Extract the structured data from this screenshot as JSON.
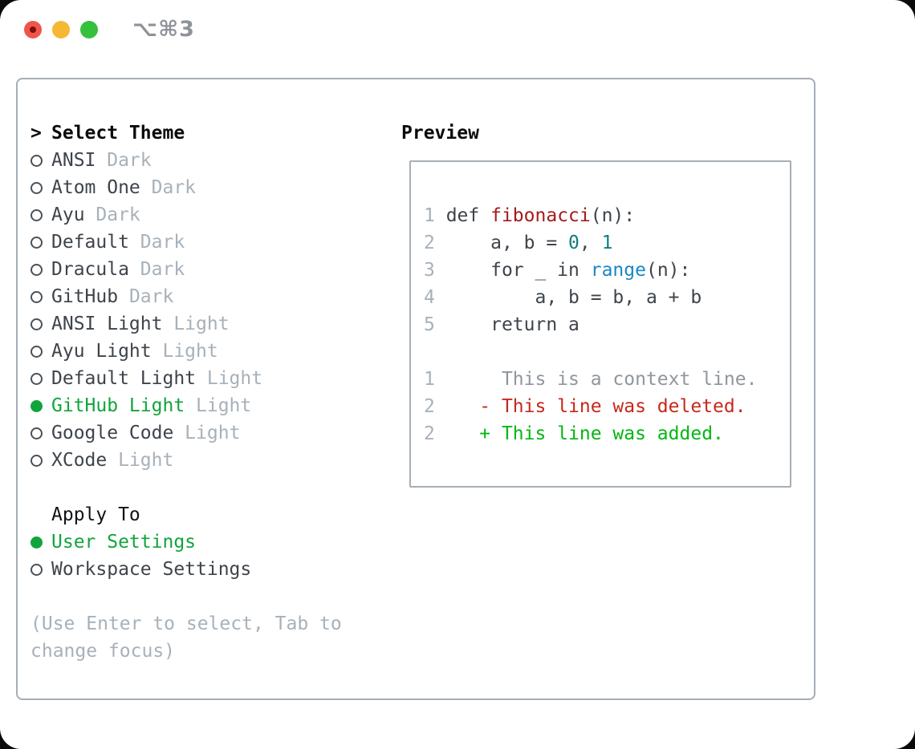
{
  "window": {
    "title": "⌥⌘3"
  },
  "colors": {
    "accent_green": "#12a43c",
    "diff_added_green": "#01b711",
    "diff_deleted_red": "#c5291c",
    "syntax_function_red": "#a51b1b",
    "syntax_literal_teal": "#0e7e7d",
    "syntax_builtin_blue": "#1b87c5",
    "muted_gray": "#a7b1ba",
    "text_dark": "#3e444b",
    "border_gray": "#a6aeb6",
    "traffic_red": "#f0554b",
    "traffic_yellow": "#f5b833",
    "traffic_green": "#35c03e"
  },
  "theme_panel": {
    "prompt": ">",
    "title": "Select Theme",
    "items": [
      {
        "name": "ANSI",
        "variant": "Dark",
        "selected": false
      },
      {
        "name": "Atom One",
        "variant": "Dark",
        "selected": false
      },
      {
        "name": "Ayu",
        "variant": "Dark",
        "selected": false
      },
      {
        "name": "Default",
        "variant": "Dark",
        "selected": false
      },
      {
        "name": "Dracula",
        "variant": "Dark",
        "selected": false
      },
      {
        "name": "GitHub",
        "variant": "Dark",
        "selected": false
      },
      {
        "name": "ANSI Light",
        "variant": "Light",
        "selected": false
      },
      {
        "name": "Ayu Light",
        "variant": "Light",
        "selected": false
      },
      {
        "name": "Default Light",
        "variant": "Light",
        "selected": false
      },
      {
        "name": "GitHub Light",
        "variant": "Light",
        "selected": true
      },
      {
        "name": "Google Code",
        "variant": "Light",
        "selected": false
      },
      {
        "name": "XCode",
        "variant": "Light",
        "selected": false
      }
    ],
    "apply_to": {
      "title": "Apply To",
      "options": [
        {
          "name": "User Settings",
          "selected": true
        },
        {
          "name": "Workspace Settings",
          "selected": false
        }
      ]
    },
    "hint": "(Use Enter to select, Tab to change focus)"
  },
  "preview": {
    "title": "Preview",
    "lines": [
      [
        {
          "t": "1",
          "c": "ln"
        },
        {
          "t": " def ",
          "c": "code"
        },
        {
          "t": "fibonacci",
          "c": "fn"
        },
        {
          "t": "(n):",
          "c": "code"
        }
      ],
      [
        {
          "t": "2",
          "c": "ln"
        },
        {
          "t": "     a, b = ",
          "c": "code"
        },
        {
          "t": "0",
          "c": "lit"
        },
        {
          "t": ", ",
          "c": "code"
        },
        {
          "t": "1",
          "c": "lit"
        }
      ],
      [
        {
          "t": "3",
          "c": "ln"
        },
        {
          "t": "     for _ in ",
          "c": "code"
        },
        {
          "t": "range",
          "c": "blue"
        },
        {
          "t": "(n):",
          "c": "code"
        }
      ],
      [
        {
          "t": "4",
          "c": "ln"
        },
        {
          "t": "         a, b = b, a + b",
          "c": "code"
        }
      ],
      [
        {
          "t": "5",
          "c": "ln"
        },
        {
          "t": "     return a",
          "c": "code"
        }
      ],
      [],
      [
        {
          "t": "1",
          "c": "ln"
        },
        {
          "t": "      This is a context line.",
          "c": "ctx"
        }
      ],
      [
        {
          "t": "2",
          "c": "ln"
        },
        {
          "t": "    - This line was deleted.",
          "c": "del"
        }
      ],
      [
        {
          "t": "2",
          "c": "ln"
        },
        {
          "t": "    + This line was added.",
          "c": "add"
        }
      ]
    ]
  }
}
